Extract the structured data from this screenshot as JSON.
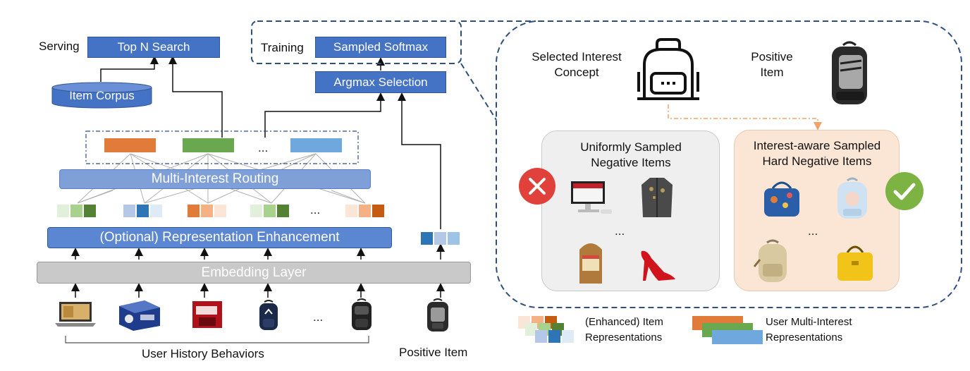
{
  "left": {
    "serving_label": "Serving",
    "top_n_label": "Top N Search",
    "item_corpus_label": "Item Corpus",
    "training_label": "Training",
    "sampled_softmax_label": "Sampled Softmax",
    "argmax_label": "Argmax Selection",
    "routing_label": "Multi-Interest Routing",
    "enhancement_label": "(Optional) Representation Enhancement",
    "embedding_label": "Embedding Layer",
    "user_history_label": "User History Behaviors",
    "positive_item_label": "Positive Item",
    "ellipsis": "...",
    "interest_ellipsis": "..."
  },
  "right": {
    "selected_interest_label": "Selected Interest Concept",
    "positive_item_label": "Positive Item",
    "uniform_title": "Uniformly Sampled Negative Items",
    "hard_title": "Interest-aware Sampled Hard Negative Items",
    "ellipsis_left": "...",
    "ellipsis_right": "..."
  },
  "legend": {
    "item_repr_label": "(Enhanced) Item Representations",
    "user_repr_label": "User Multi-Interest Representations"
  },
  "colors": {
    "box_blue": "#4472c4",
    "light_blue": "#7f9fd8",
    "gray_bar": "#bfbfbf",
    "orange": "#e07b39",
    "green": "#6aa84f",
    "sky": "#6fa8dc",
    "dash_border": "#2f4f7f",
    "red_x": "#e0413a",
    "green_check": "#7cb342",
    "panel_gray": "#efefef",
    "panel_peach": "#fbe6d6"
  }
}
